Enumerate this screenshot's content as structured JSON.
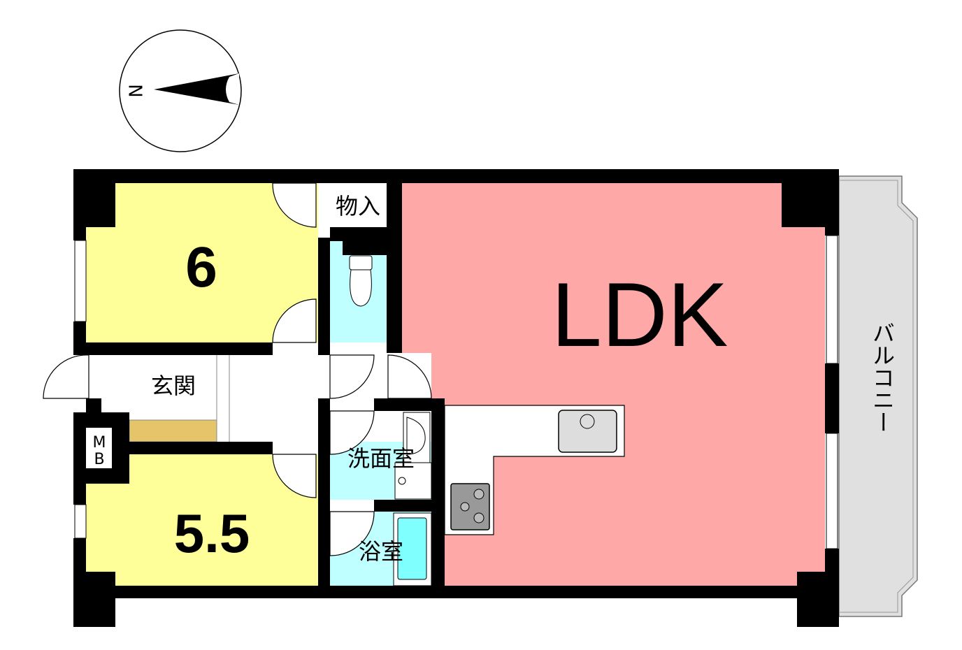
{
  "compass": {
    "label": "N"
  },
  "rooms": {
    "western_1": {
      "label": "6",
      "color": "#ffff99"
    },
    "western_2": {
      "label": "5.5",
      "color": "#ffff99"
    },
    "ldk": {
      "label": "LDK",
      "color": "#ffa8a8"
    },
    "storage": {
      "label": "物入"
    },
    "entrance": {
      "label": "玄関"
    },
    "washroom": {
      "label": "洗面室",
      "color": "#bfffff"
    },
    "bathroom": {
      "label": "浴室",
      "color": "#bfffff"
    },
    "meter_box": {
      "label_line1": "M",
      "label_line2": "B"
    },
    "balcony": {
      "label": "バルコニー",
      "color": "#e0e0e0"
    }
  },
  "colors": {
    "wall": "#000000",
    "bathtub": "#80ffff",
    "entry_step": "#e6c46a",
    "fixture": "#dddddd"
  }
}
